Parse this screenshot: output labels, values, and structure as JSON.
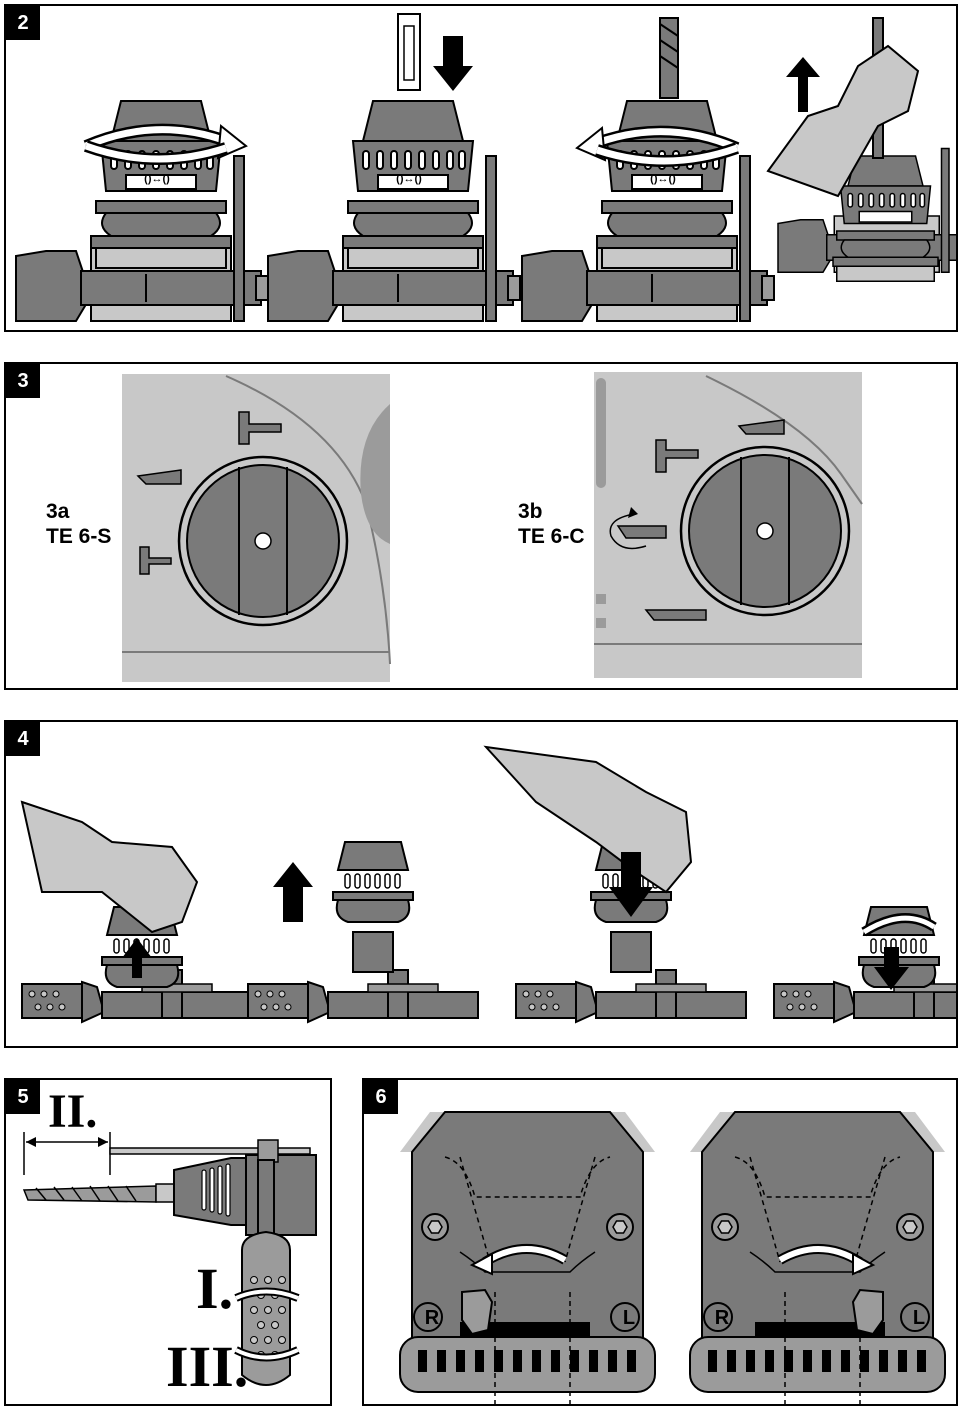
{
  "panels": {
    "p2": {
      "number": "2",
      "chuck_marking": "()↔()"
    },
    "p3": {
      "number": "3",
      "variant_a": {
        "label": "3a",
        "model": "TE 6-S"
      },
      "variant_b": {
        "label": "3b",
        "model": "TE 6-C"
      }
    },
    "p4": {
      "number": "4"
    },
    "p5": {
      "number": "5",
      "step_1": "I.",
      "step_2": "II.",
      "step_3": "III."
    },
    "p6": {
      "number": "6",
      "right_symbol": "R",
      "left_symbol": "L"
    }
  },
  "colors": {
    "tool_body": "#7a7a7a",
    "light_gray": "#c8c8c8",
    "mid_gray": "#9b9b9b",
    "outline": "#000000"
  },
  "icons": [
    "rotate-arrow-icon",
    "down-arrow-icon",
    "up-arrow-icon",
    "glove-hand-icon",
    "hammer-chisel-icon",
    "drill-bit-icon",
    "rotation-r-icon",
    "rotation-l-icon"
  ]
}
